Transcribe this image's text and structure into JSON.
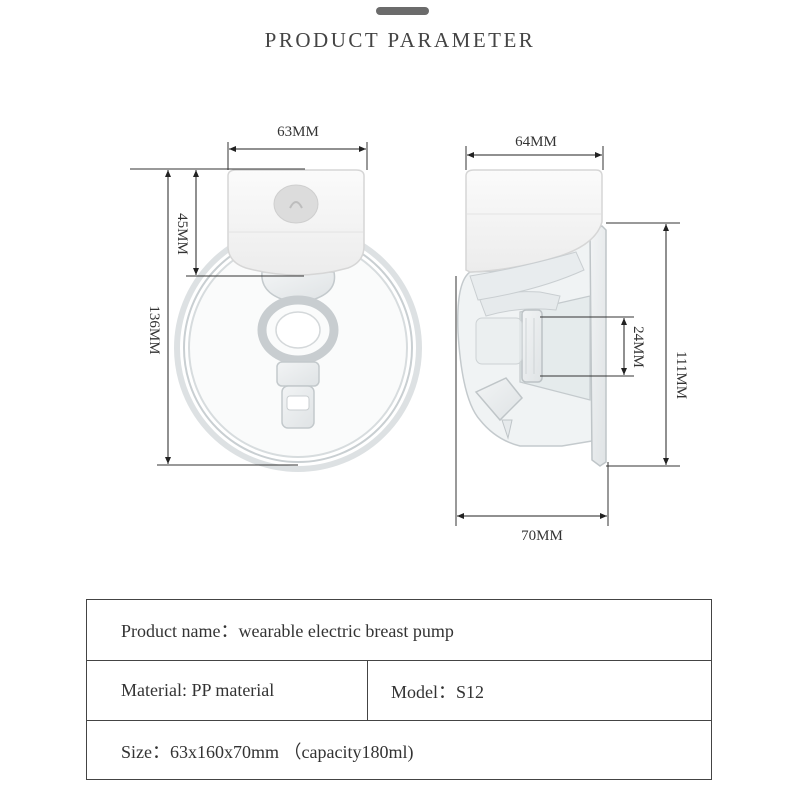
{
  "header": {
    "title": "PRODUCT PARAMETER"
  },
  "dimensions": {
    "front_width": "63MM",
    "front_head_height": "45MM",
    "front_total_height": "136MM",
    "side_width": "64MM",
    "side_outlet": "24MM",
    "side_height": "111MM",
    "side_depth": "70MM"
  },
  "specs": {
    "product_name": "Product name：wearable electric breast pump",
    "material": "Material: PP material",
    "model": "Model：S12",
    "size": "Size：63x160x70mm （capacity180ml)"
  },
  "colors": {
    "line": "#333333",
    "device_shell": "#f7f7f7",
    "clear_plastic": "#e4e8ea"
  }
}
